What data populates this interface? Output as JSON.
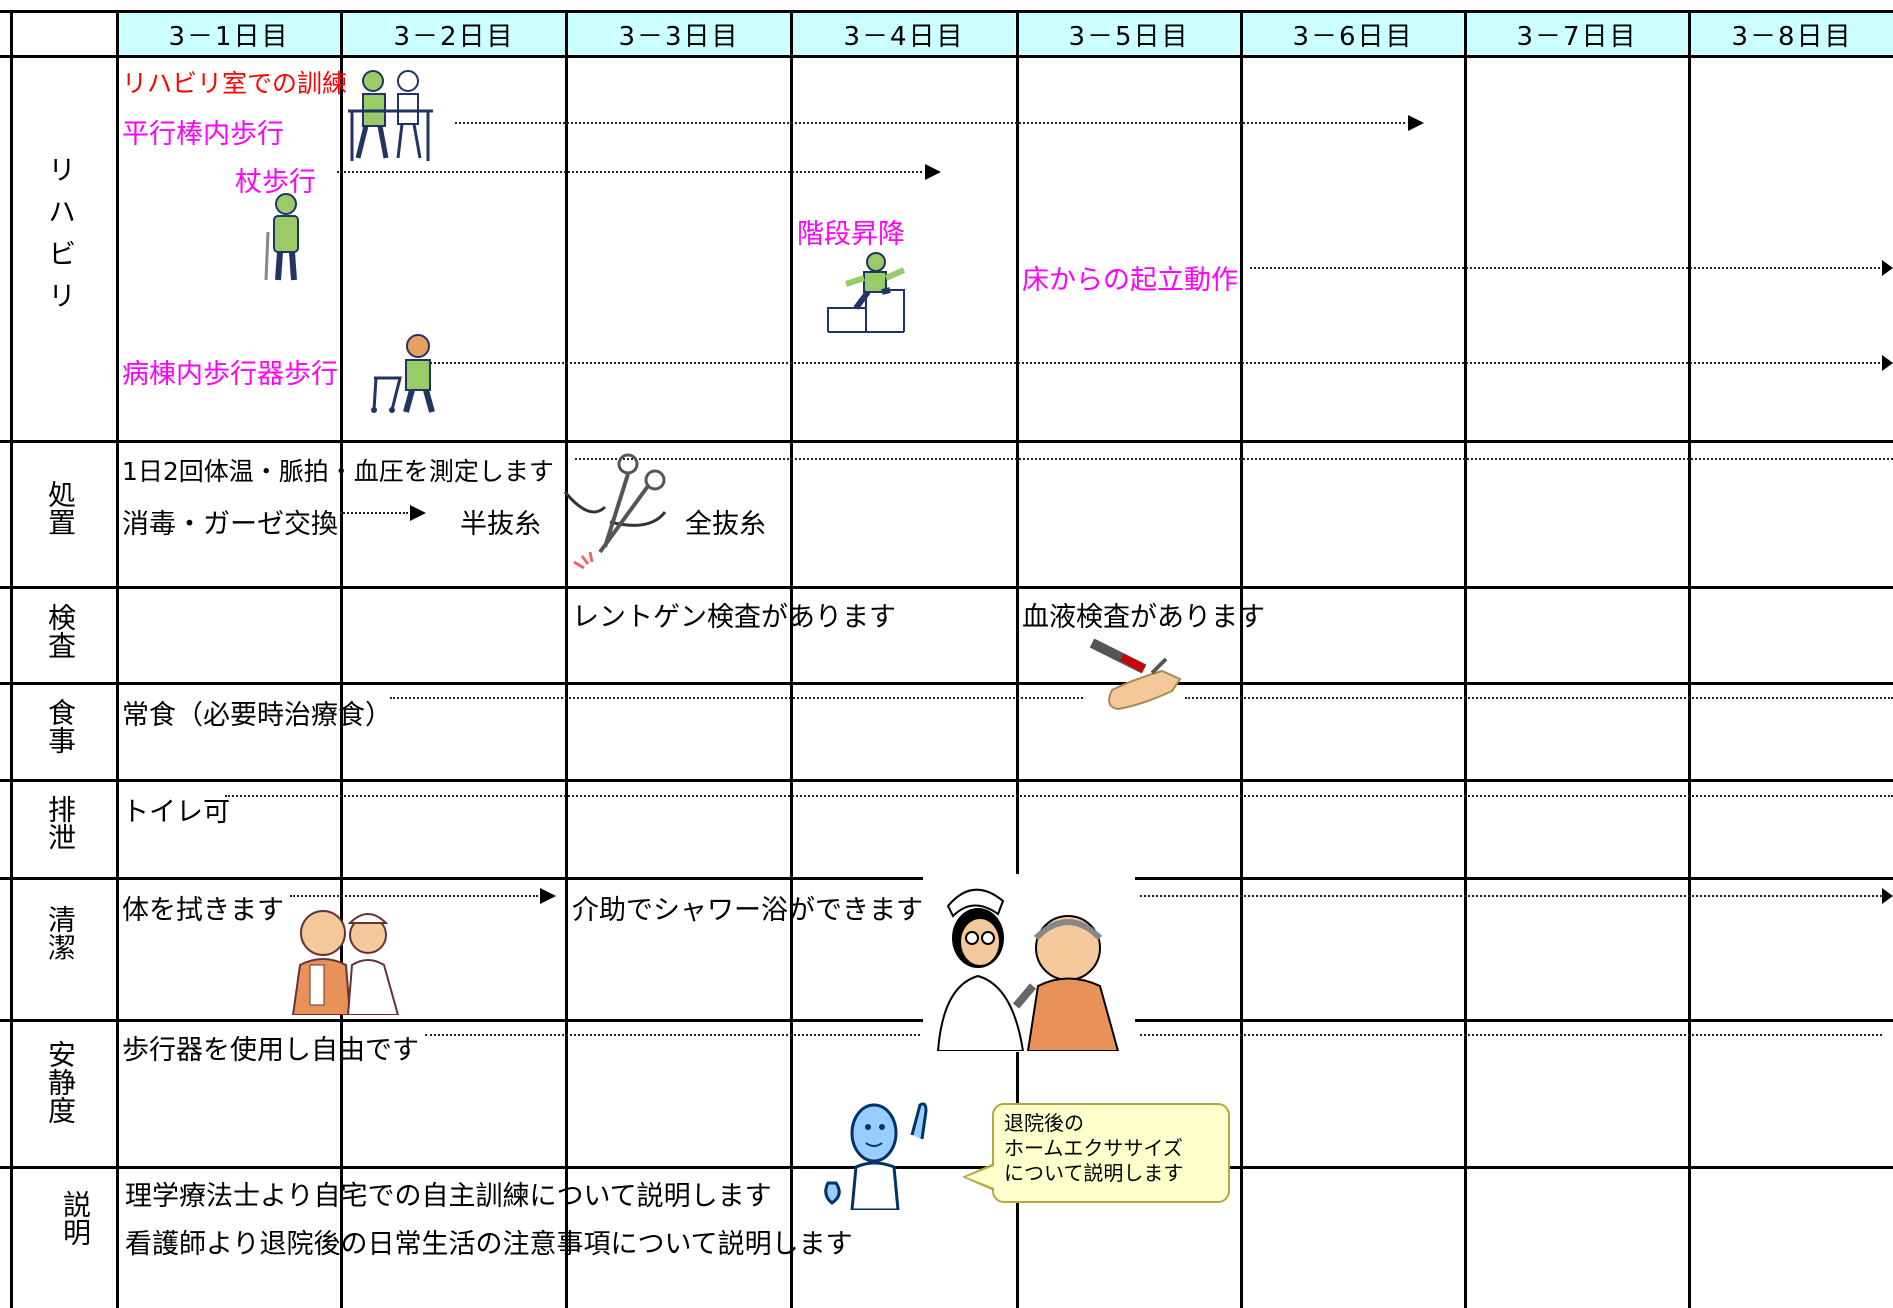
{
  "columns": [
    "3－1日目",
    "3－2日目",
    "3－3日目",
    "3－4日目",
    "3－5日目",
    "3－6日目",
    "3－7日目",
    "3－8日目"
  ],
  "rows": {
    "rehab": "リハビリ",
    "treatment": "処置",
    "exam": "検査",
    "meal": "食事",
    "excretion": "排泄",
    "hygiene": "清潔",
    "rest": "安静度",
    "explanation": "説明"
  },
  "rehab": {
    "room_training": "リハビリ室での訓練",
    "parallel_bars": "平行棒内歩行",
    "cane": "杖歩行",
    "stairs": "階段昇降",
    "floor_standing": "床からの起立動作",
    "walker_ward": "病棟内歩行器歩行"
  },
  "treatment": {
    "vitals": "1日2回体温・脈拍・血圧を測定します",
    "gauze": "消毒・ガーゼ交換",
    "half_suture": "半抜糸",
    "full_suture": "全抜糸"
  },
  "exam": {
    "xray": "レントゲン検査があります",
    "blood": "血液検査があります"
  },
  "meal": {
    "text": "常食（必要時治療食）"
  },
  "excretion": {
    "text": "トイレ可"
  },
  "hygiene": {
    "wipe": "体を拭きます",
    "shower": "介助でシャワー浴ができます"
  },
  "rest": {
    "text": "歩行器を使用し自由です"
  },
  "explanation": {
    "pt": "理学療法士より自宅での自主訓練について説明します",
    "nurse": "看護師より退院後の日常生活の注意事項について説明します",
    "bubble": [
      "退院後の",
      "ホームエクササイズ",
      "について説明します"
    ]
  },
  "colors": {
    "header_bg": "#ccffff",
    "magenta": "#ff00ff",
    "red": "#ff0000",
    "bubble_bg": "#ffffcc"
  }
}
